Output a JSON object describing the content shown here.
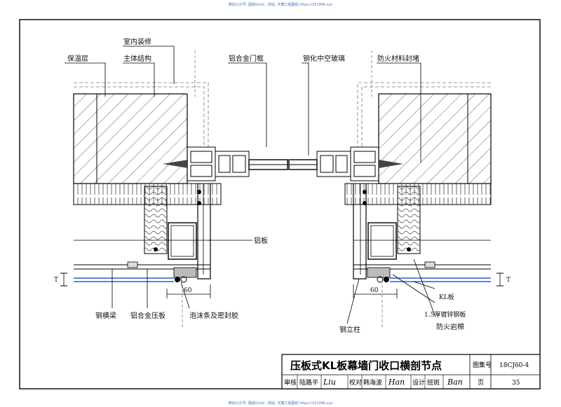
{
  "watermark": "微信公众号: 图纸Gnful , 网站: 天藏工程图纸 https://321966.xyz",
  "labels": {
    "interior_finish": "室内装修",
    "insulation": "保温层",
    "main_structure": "主体结构",
    "alu_door_frame": "铝合金门框",
    "tempered_glass": "钢化中空玻璃",
    "fire_seal": "防火材料封堵",
    "alu_panel": "铝板",
    "dim_left": "60",
    "dim_right": "60",
    "steel_beam": "钢横梁",
    "alu_press_plate": "铝合金压板",
    "foam_sealant": "泡沫条及密封胶",
    "kl_panel": "KL板",
    "galv_steel": "1.5厚镀锌钢板",
    "fire_rock_wool": "防火岩棉",
    "steel_column": "钢立柱",
    "t_left": "T",
    "t_right": "T"
  },
  "title_block": {
    "title": "压板式KL板幕墙门收口横剖节点",
    "atlas_label": "图集号",
    "atlas_no": "18CJ60-4",
    "review_label": "审核",
    "review_name": "陆路平",
    "review_sig": "Liu",
    "check_label": "校对",
    "check_name": "韩海波",
    "check_sig": "Han",
    "design_label": "设计",
    "design_name": "班斑",
    "design_sig": "Ban",
    "page_label": "页",
    "page_no": "35"
  }
}
